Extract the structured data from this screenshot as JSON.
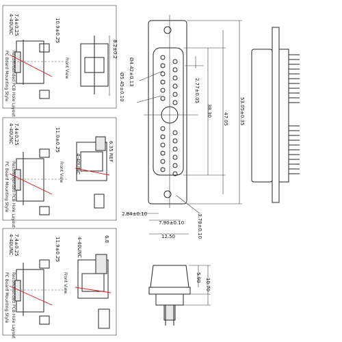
{
  "side_panels": [
    {
      "dim_thread": "4-40UNC",
      "dim_pitch": "7.4±0.25",
      "dim_length": "10.9±0.25",
      "dim_pcb": "8.2±0.2",
      "note_a": "Recommended PCB Hole Layout",
      "note_b": "PC Board Mounting Style",
      "note_c": "Front View"
    },
    {
      "dim_thread": "4-40UNC",
      "dim_pitch": "7.4±0.25",
      "dim_length": "11.0±0.25",
      "dim_ref": "6.35 REF",
      "note_a": "Recommended PCB Hole Layout",
      "note_b": "PC Board Mounting Style",
      "note_c": "Front View"
    },
    {
      "dim_thread": "4-40UNC",
      "dim_pitch": "7.4±0.25",
      "dim_length": "11.9±0.25",
      "dim_right": "6.8",
      "note_a": "Recommended PCB Hole Layout",
      "note_b": "PC Board Mounting Style",
      "note_c": "Front View"
    }
  ],
  "front": {
    "dim_hole": "Ø4.42±0.13",
    "dim_pin": "Ø5.45±0.10",
    "dim_pitch": "2.77±0.05",
    "dim_inner": "38.30",
    "dim_body": "47.05",
    "dim_overall": "53.05±0.35",
    "dim_offset": "2.84±0.10",
    "dim_row": "7.90±0.10",
    "dim_width": "12.50",
    "dim_flange": "3.78±0.10"
  },
  "bottom": {
    "dim_height": "5.90",
    "dim_total": "10.70"
  }
}
